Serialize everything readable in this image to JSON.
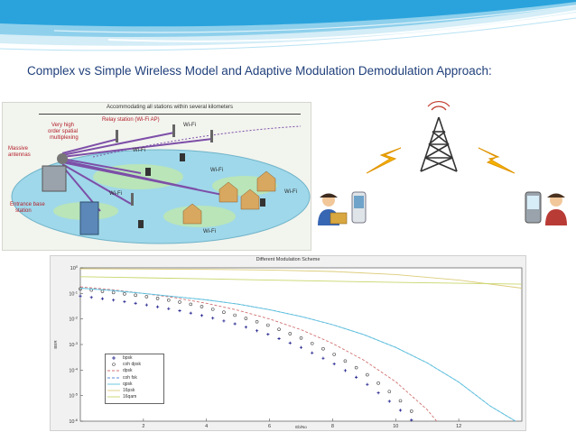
{
  "slide_title": "Complex vs Simple Wireless Model and Adaptive Modulation Demodulation Approach:",
  "network_diagram": {
    "banner": "Accommodating all stations within several kilometers",
    "relay_label": "Relay station (Wi-Fi AP)",
    "spatial_label": [
      "Very high",
      "order spatial",
      "multiplexing"
    ],
    "massive_label": [
      "Massive",
      "antennas"
    ],
    "base_label": [
      "Entrance base",
      "station"
    ],
    "wifi_label": "Wi-Fi"
  },
  "chart_data": {
    "type": "line",
    "title": "Different Modulation Scheme",
    "xlabel": "Eb/No",
    "ylabel": "BER",
    "xlim": [
      0,
      14
    ],
    "ylim": [
      1e-06,
      1
    ],
    "yscale": "log",
    "xticks": [
      2,
      4,
      6,
      8,
      10,
      12
    ],
    "yticks": [
      "10^0",
      "10^-1",
      "10^-2",
      "10^-3",
      "10^-4",
      "10^-5",
      "10^-6"
    ],
    "legend_position": "bottom-left",
    "series": [
      {
        "name": "bpsk",
        "style": "plus",
        "color": "#1a1a8a",
        "x": [
          0,
          1,
          2,
          3,
          4,
          5,
          6,
          7,
          8,
          9,
          10,
          10.5
        ],
        "y": [
          0.079,
          0.056,
          0.037,
          0.023,
          0.0125,
          0.006,
          0.0024,
          0.00077,
          0.00019,
          3.4e-05,
          3.9e-06,
          1.1e-06
        ]
      },
      {
        "name": "coh dpsk",
        "style": "circle",
        "color": "#444444",
        "x": [
          0,
          1,
          2,
          3,
          4,
          5,
          6,
          7,
          8,
          9,
          10,
          10.8
        ],
        "y": [
          0.15,
          0.11,
          0.078,
          0.05,
          0.028,
          0.013,
          0.0055,
          0.0018,
          0.00045,
          8.1e-05,
          9.4e-06,
          1.1e-06
        ]
      },
      {
        "name": "dpsk",
        "style": "dash",
        "color": "#d07070",
        "x": [
          0,
          1,
          2,
          3,
          4,
          5,
          6,
          7,
          8,
          9,
          10,
          11,
          11.3
        ],
        "y": [
          0.18,
          0.14,
          0.1,
          0.068,
          0.041,
          0.022,
          0.01,
          0.0038,
          0.0011,
          0.00024,
          3.5e-05,
          2.8e-06,
          1e-06
        ]
      },
      {
        "name": "coh fsk",
        "style": "dash",
        "color": "#5a8ad8",
        "x": [
          0,
          1,
          2,
          3,
          4,
          5,
          6,
          7,
          8,
          9,
          10,
          11,
          12,
          13,
          13.8
        ],
        "y": [
          0.16,
          0.13,
          0.1,
          0.075,
          0.056,
          0.038,
          0.023,
          0.0125,
          0.006,
          0.0024,
          0.00077,
          0.00019,
          3.4e-05,
          3.9e-06,
          1e-06
        ]
      },
      {
        "name": "qpsk",
        "style": "solid",
        "color": "#5fc4de",
        "x": [
          0,
          1,
          2,
          3,
          4,
          5,
          6,
          7,
          8,
          9,
          10,
          11,
          12,
          13,
          13.8
        ],
        "y": [
          0.16,
          0.13,
          0.1,
          0.075,
          0.056,
          0.038,
          0.023,
          0.0125,
          0.006,
          0.0024,
          0.00077,
          0.00019,
          3.4e-05,
          3.9e-06,
          1e-06
        ]
      },
      {
        "name": "16psk",
        "style": "solid",
        "color": "#dccc7a",
        "x": [
          0,
          2,
          4,
          6,
          8,
          10,
          12,
          14
        ],
        "y": [
          0.92,
          0.9,
          0.87,
          0.82,
          0.72,
          0.55,
          0.33,
          0.16
        ]
      },
      {
        "name": "16qam",
        "style": "solid",
        "color": "#c9d66b",
        "x": [
          0,
          2,
          4,
          6,
          8,
          10,
          12,
          13,
          14
        ],
        "y": [
          0.45,
          0.41,
          0.37,
          0.33,
          0.3,
          0.27,
          0.25,
          0.24,
          0.23
        ]
      }
    ]
  }
}
